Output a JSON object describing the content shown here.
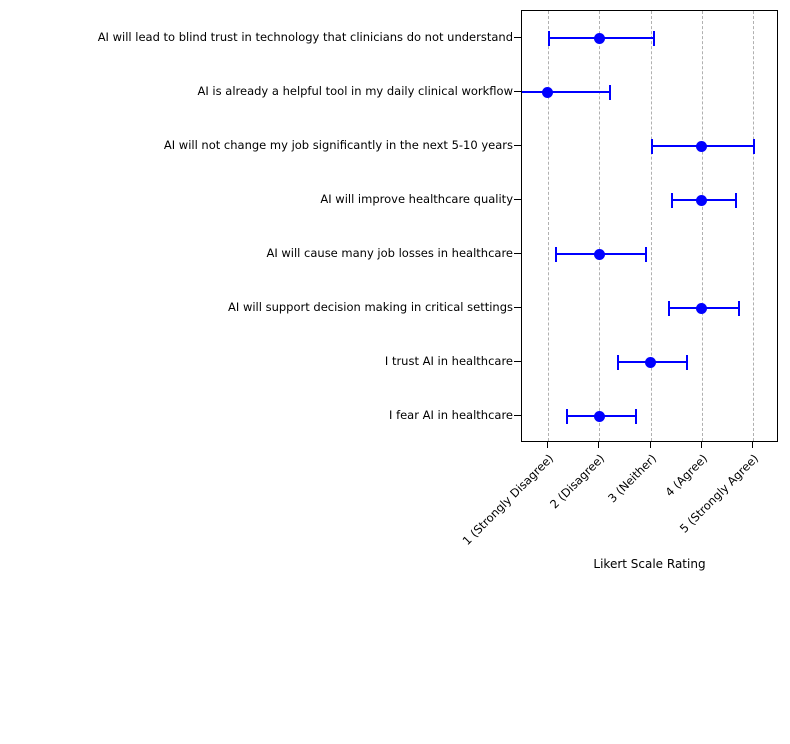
{
  "chart_data": {
    "type": "scatter",
    "orientation": "horizontal",
    "title": "",
    "xlabel": "Likert Scale Rating",
    "ylabel": "",
    "xlim": [
      0.5,
      5.5
    ],
    "ylim": [
      0.5,
      8.5
    ],
    "grid": "vertical-dashed",
    "legend": "none",
    "marker": "circle-with-horizontal-error-bars",
    "series_color": "#0000ff",
    "xtick_values": [
      1,
      2,
      3,
      4,
      5
    ],
    "xtick_labels": [
      "1 (Strongly Disagree)",
      "2 (Disagree)",
      "3 (Neither)",
      "4 (Agree)",
      "5 (Strongly Agree)"
    ],
    "categories": [
      "AI will lead to blind trust in technology that clinicians do not understand",
      "AI is already a helpful tool in my daily clinical workflow",
      "AI will not change my job significantly in the next 5-10 years",
      "AI will improve healthcare quality",
      "AI will cause many job losses in healthcare",
      "AI will support decision making in critical settings",
      "I trust AI in healthcare",
      "I fear AI in healthcare"
    ],
    "values": [
      2.0,
      1.0,
      4.0,
      4.0,
      2.0,
      4.0,
      3.0,
      2.0
    ],
    "err_low": [
      1.0,
      0.4,
      3.0,
      3.4,
      1.15,
      3.35,
      2.35,
      1.35
    ],
    "err_high": [
      3.05,
      2.2,
      5.0,
      4.65,
      2.9,
      4.7,
      3.7,
      2.7
    ],
    "points": [
      {
        "label": "AI will lead to blind trust in technology that clinicians do not understand",
        "value": 2.0,
        "low": 1.0,
        "high": 3.05
      },
      {
        "label": "AI is already a helpful tool in my daily clinical workflow",
        "value": 1.0,
        "low": 0.4,
        "high": 2.2
      },
      {
        "label": "AI will not change my job significantly in the next 5-10 years",
        "value": 4.0,
        "low": 3.0,
        "high": 5.0
      },
      {
        "label": "AI will improve healthcare quality",
        "value": 4.0,
        "low": 3.4,
        "high": 4.65
      },
      {
        "label": "AI will cause many job losses in healthcare",
        "value": 2.0,
        "low": 1.15,
        "high": 2.9
      },
      {
        "label": "AI will support decision making in critical settings",
        "value": 4.0,
        "low": 3.35,
        "high": 4.7
      },
      {
        "label": "I trust AI in healthcare",
        "value": 3.0,
        "low": 2.35,
        "high": 3.7
      },
      {
        "label": "I fear AI in healthcare",
        "value": 2.0,
        "low": 1.35,
        "high": 2.7
      }
    ]
  }
}
